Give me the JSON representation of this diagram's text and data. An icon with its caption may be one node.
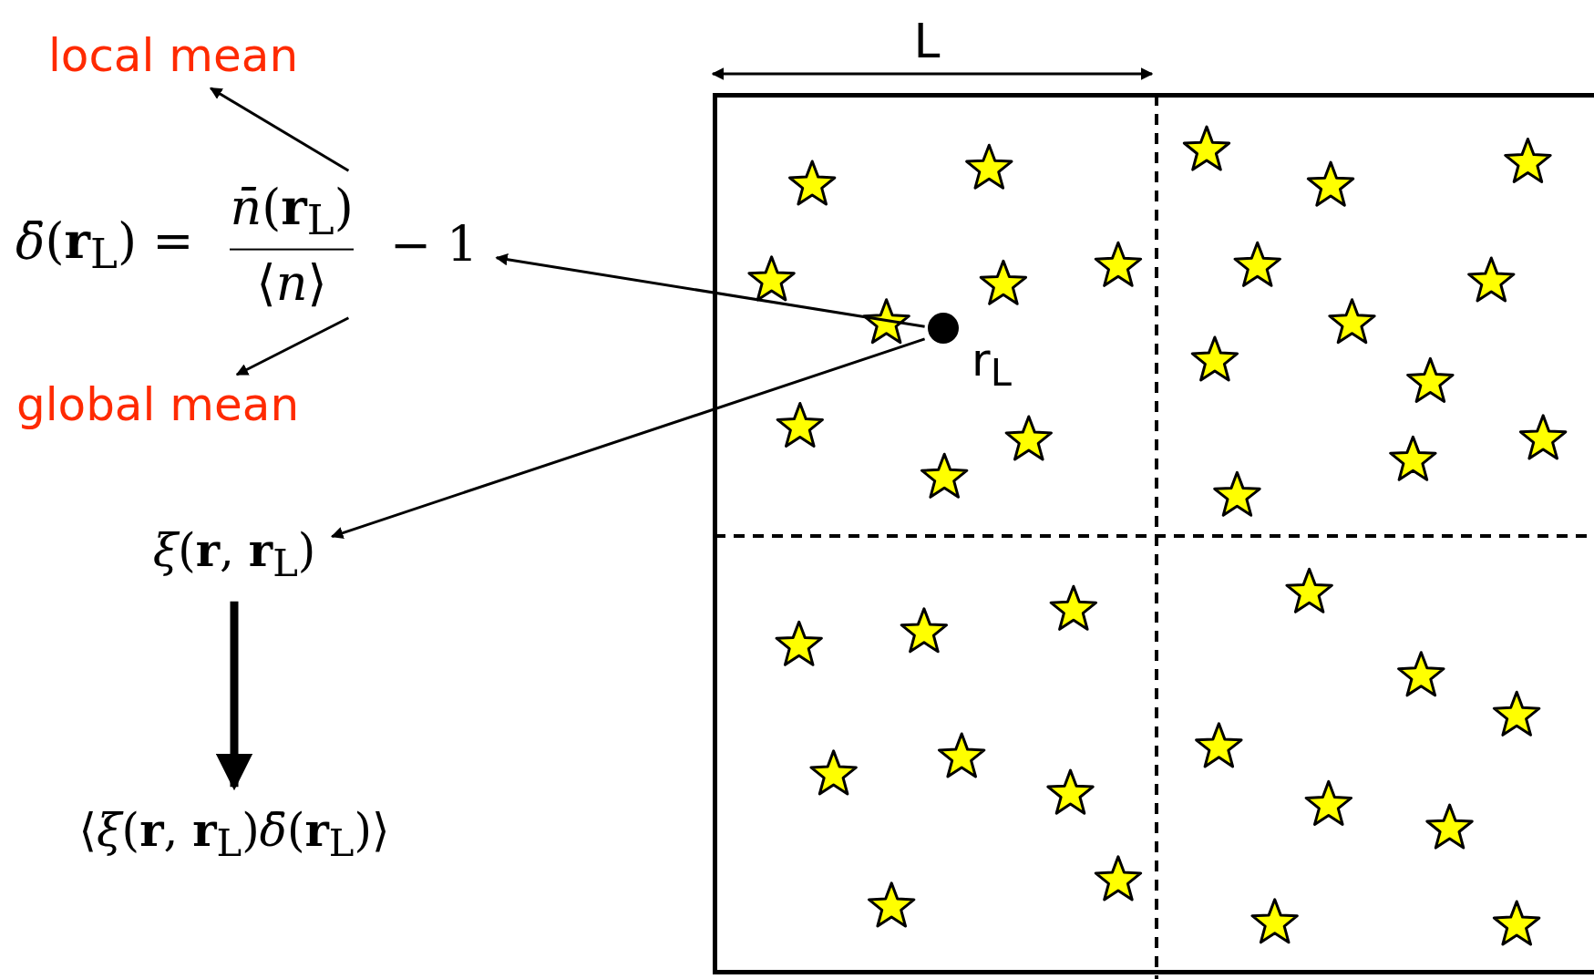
{
  "diagram": {
    "nodes": [
      {
        "text": [
          "local mean"
        ]
      },
      {
        "text": [
          "*δ̄*(**r**$_{L}$) =",
          "*n̄*(**r**$_{L}$)",
          "⟨*n*⟩",
          "− 1"
        ]
      },
      {
        "text": [
          "global mean"
        ]
      },
      {
        "text": [
          "*ξ*(**r**, **r**$_{L}$)"
        ]
      },
      {
        "text": [
          "⟨*ξ*(**r**, **r**$_{L}$)*δ̄*(**r**$_{L}$)⟩"
        ]
      },
      {
        "text": [],
        "shape": "box"
      },
      {
        "text": [],
        "shape": "circle",
        "in": 5,
        "beside": [
          "r$_{L}$"
        ]
      }
    ],
    "edges": [
      {
        "from": 1,
        "to": 0,
        "arrow": "to"
      },
      {
        "from": 1,
        "to": 2,
        "arrow": "to"
      },
      {
        "from": 6,
        "to": 1,
        "arrow": "to"
      },
      {
        "from": 6,
        "to": 3,
        "arrow": "to"
      },
      {
        "from": 3,
        "to": 4,
        "arrow": "to",
        "style": "thick"
      }
    ],
    "labels": [
      "L"
    ]
  }
}
